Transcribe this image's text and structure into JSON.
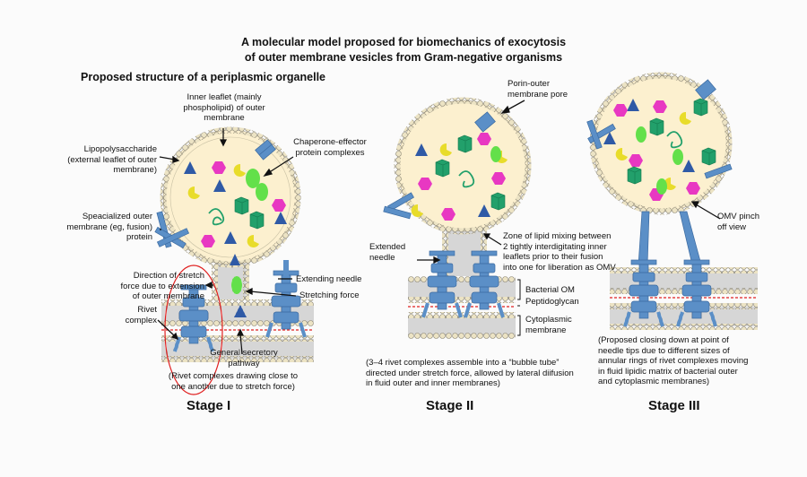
{
  "title_line1": "A molecular model proposed for biomechanics of exocytosis",
  "title_line2": "of outer membrane vesicles from Gram-negative organisms",
  "subheading": "Proposed structure of a periplasmic organelle",
  "stage1": {
    "label": "Stage I",
    "inner_leaflet": [
      "Inner leaflet (mainly",
      "phospholipid) of outer",
      "membrane"
    ],
    "lps": [
      "Lipopolysaccharide",
      "(external leaflet of outer",
      "membrane)"
    ],
    "chaperone": [
      "Chaperone-effector",
      "protein complexes"
    ],
    "specialized": [
      "Speacialized outer",
      "membrane (eg, fusion)",
      "protein"
    ],
    "stretch_direction": [
      "Direction of stretch",
      "force due to extension",
      "of outer membrane"
    ],
    "extending_needle": "Extending needle",
    "stretching_force": "Stretching force",
    "rivet": [
      "Rivet",
      "complex"
    ],
    "secretory": [
      "General secretory",
      "pathway"
    ],
    "caption": [
      "(Rivet complexes drawing close to",
      "one another due to stretch force)"
    ]
  },
  "stage2": {
    "label": "Stage II",
    "porin": [
      "Porin-outer",
      "membrane pore"
    ],
    "zone": [
      "Zone of lipid mixing between",
      "2 tightly interdigitating inner",
      "leaflets prior to their fusion",
      "into one for liberation as OMV"
    ],
    "extended_needle": [
      "Extended",
      "needle"
    ],
    "bacterial_om": "Bacterial OM",
    "peptidoglycan": "Peptidoglycan",
    "cytoplasmic": [
      "Cytoplasmic",
      "membrane"
    ],
    "caption": [
      "(3–4 rivet complexes assemble into a “bubble tube”",
      "directed under stretch force, allowed by lateral diifusion",
      "in fluid outer and inner membranes)"
    ]
  },
  "stage3": {
    "label": "Stage III",
    "omv": [
      "OMV pinch",
      "off view"
    ],
    "caption": [
      "(Proposed closing down at point of",
      "needle tips due to different sizes of",
      "annular rings of rivet complexes moving",
      "in fluid lipidic matrix of bacterial outer",
      "and cytoplasmic membranes)"
    ]
  },
  "colors": {
    "vesicle_fill": "#fcf0cf",
    "bead": "#ece3c4",
    "protein_blue": "#5b8fc7",
    "triangle": "#2f5aa6",
    "hexagon": "#e838c2",
    "cube": "#22a06b",
    "oval": "#63e04a",
    "pacman": "#e8dc2a",
    "annotation": "#e02020"
  }
}
